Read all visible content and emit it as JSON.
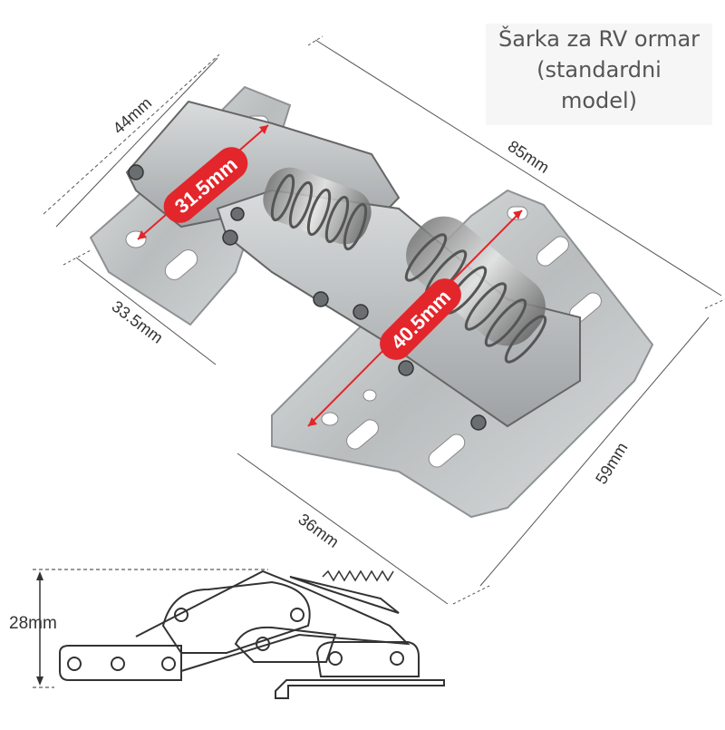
{
  "caption": {
    "line1": "Šarka za RV ormar",
    "line2": "(standardni",
    "line3": "model)"
  },
  "dimensions": {
    "top_width": "44mm",
    "overall_length": "85mm",
    "hinge_height": "59mm",
    "base_width": "36mm",
    "plate_width": "33.5mm",
    "spring_short": "31.5mm",
    "spring_long": "40.5mm",
    "side_height": "28mm"
  },
  "colors": {
    "accent": "#e3262b",
    "metal": "#c9cccd",
    "metal_dark": "#8e9294",
    "outline": "#444444"
  }
}
